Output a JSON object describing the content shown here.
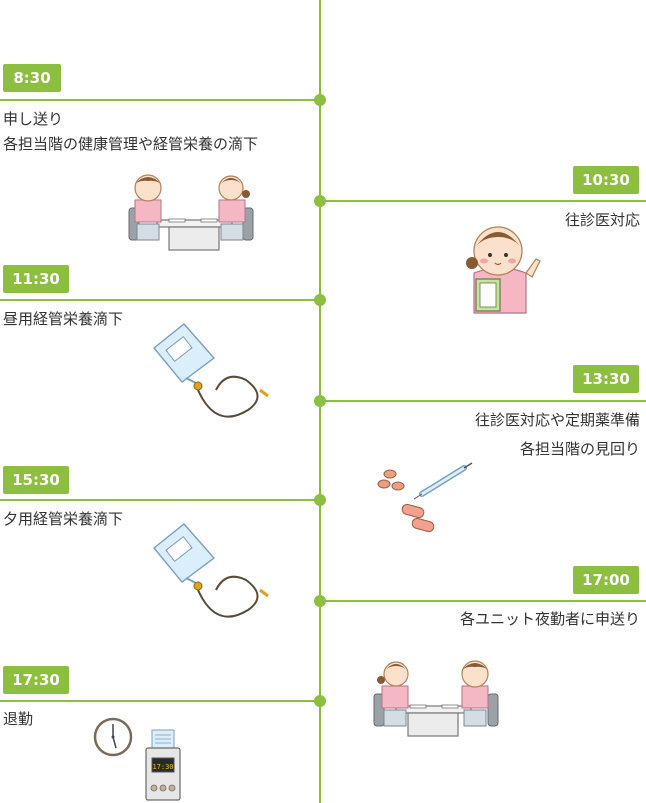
{
  "colors": {
    "accent": "#8cbf3f",
    "text": "#333333"
  },
  "events": [
    {
      "time": "8:30",
      "lines": [
        "申し送り",
        "各担当階の健康管理や経管栄養の滴下"
      ]
    },
    {
      "time": "10:30",
      "lines": [
        "往診医対応"
      ]
    },
    {
      "time": "11:30",
      "lines": [
        "昼用経管栄養滴下"
      ]
    },
    {
      "time": "13:30",
      "lines": [
        "往診医対応や定期薬準備",
        "各担当階の見回り"
      ]
    },
    {
      "time": "15:30",
      "lines": [
        "夕用経管栄養滴下"
      ]
    },
    {
      "time": "17:00",
      "lines": [
        "各ユニット夜勤者に申送り"
      ]
    },
    {
      "time": "17:30",
      "lines": [
        "退勤"
      ]
    }
  ],
  "illustrations": {
    "meeting_1": "nurses-meeting-illustration",
    "nurse": "nurse-clipboard-illustration",
    "iv_1": "iv-drip-bag-illustration",
    "medicine": "pills-syringe-illustration",
    "iv_2": "iv-drip-bag-illustration",
    "meeting_2": "nurses-meeting-illustration",
    "clock": "wall-clock-illustration",
    "timecard": "time-card-machine-illustration"
  },
  "timecard_display": "17:30"
}
